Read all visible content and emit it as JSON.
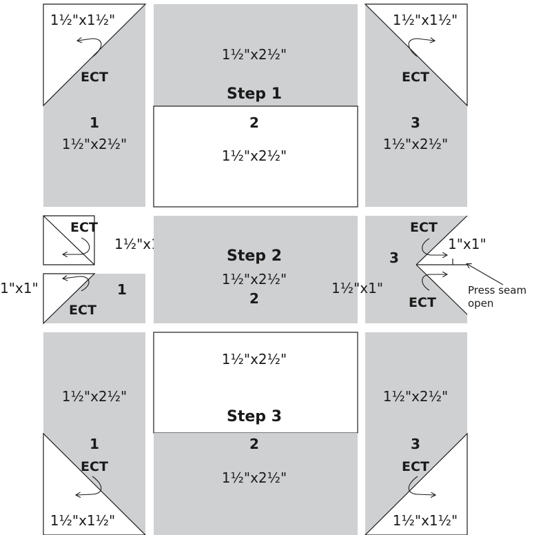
{
  "colors": {
    "fabric_gray": "#cfd0d2",
    "fabric_white": "#ffffff",
    "ink": "#1a1a1a"
  },
  "steps": {
    "step1": {
      "title": "Step 1"
    },
    "step2": {
      "title": "Step 2"
    },
    "step3": {
      "title": "Step 3"
    }
  },
  "labels": {
    "sq_1_5x1_5": "1½\"x1½\"",
    "rect_1_5x2_5": "1½\"x2½\"",
    "rect_1_5x1": "1½\"x1",
    "rect_1_5x1_full": "1½\"x1\"",
    "sq_1x1": "1\"x1\"",
    "ect": "ECT",
    "n1": "1",
    "n2": "2",
    "n3": "3",
    "press_seam_line1": "Press seam",
    "press_seam_line2": "open"
  }
}
